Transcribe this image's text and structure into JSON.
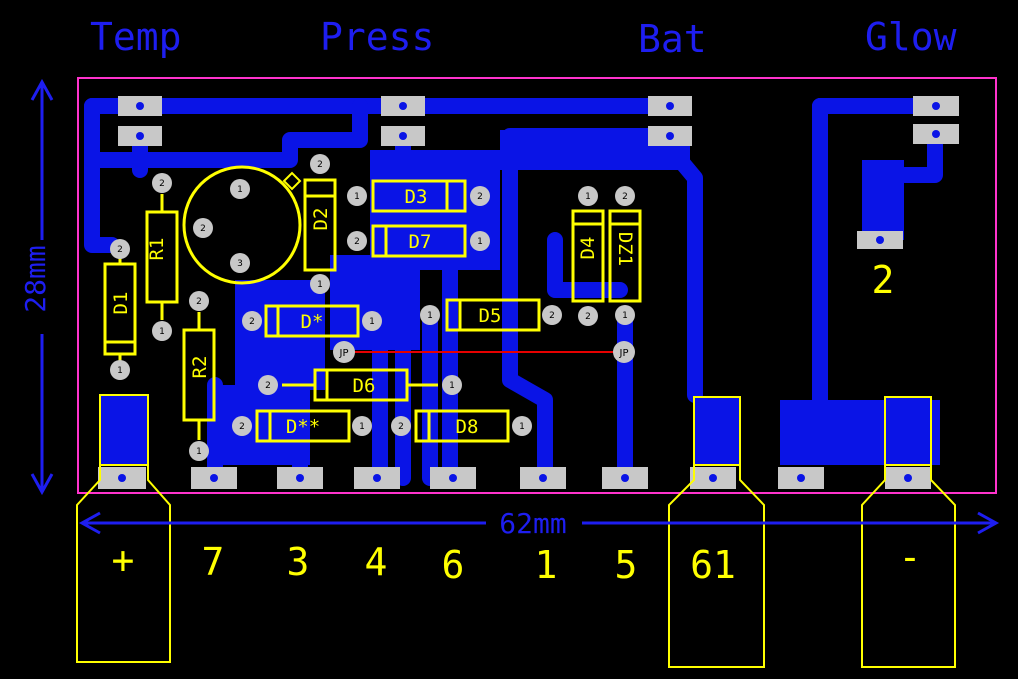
{
  "colors": {
    "background": "#000000",
    "copper": "#0a14e6",
    "silkscreen": "#ffff00",
    "outline": "#ff33cc",
    "pad": "#c8c8c8",
    "jumper": "#e60000",
    "dimension": "#1e1ef0"
  },
  "top_labels": {
    "temp": "Temp",
    "press": "Press",
    "bat": "Bat",
    "glow": "Glow"
  },
  "dimensions": {
    "height": "28mm",
    "width": "62mm"
  },
  "components": {
    "r1": "R1",
    "r2": "R2",
    "d1": "D1",
    "d2": "D2",
    "d3": "D3",
    "d4": "D4",
    "d5": "D5",
    "d6": "D6",
    "d7": "D7",
    "d8": "D8",
    "dz1": "DZ1",
    "dstar": "D*",
    "dstarstar": "D**",
    "jp": "JP"
  },
  "pin_numbers": {
    "one": "1",
    "two": "2",
    "three": "3"
  },
  "glow_pin": "2",
  "bottom_labels": {
    "plus": "+",
    "n7": "7",
    "n3": "3",
    "n4": "4",
    "n6": "6",
    "n1": "1",
    "n5": "5",
    "n61": "61",
    "minus": "-"
  }
}
